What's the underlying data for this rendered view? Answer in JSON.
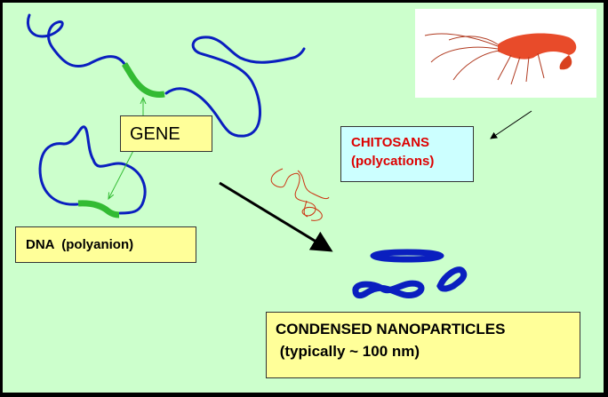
{
  "labels": {
    "gene": "GENE",
    "dna": "DNA  (polyanion)",
    "chitosans_title": "CHITOSANS",
    "chitosans_sub": "(polycations)",
    "nano_title": "CONDENSED NANOPARTICLES",
    "nano_sub": " (typically ~ 100 nm)"
  },
  "colors": {
    "background": "#ccffcc",
    "dna_strand": "#0a1fbf",
    "gene_segment": "#33bb33",
    "chitosan": "#cc3311",
    "chitosan_text": "#dd0000"
  }
}
